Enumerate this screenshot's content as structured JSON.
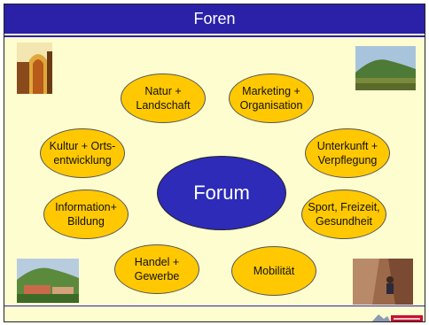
{
  "title": "Foren",
  "center": "Forum",
  "forums": [
    {
      "id": "natur",
      "label": "Natur +\nLandschaft"
    },
    {
      "id": "marketing",
      "label": "Marketing +\nOrganisation"
    },
    {
      "id": "kultur",
      "label": "Kultur + Orts-\nentwicklung"
    },
    {
      "id": "unterkunft",
      "label": "Unterkunft +\nVerpflegung"
    },
    {
      "id": "information",
      "label": "Information+\nBildung"
    },
    {
      "id": "sport",
      "label": "Sport, Freizeit,\nGesundheit"
    },
    {
      "id": "handel",
      "label": "Handel +\nGewerbe"
    },
    {
      "id": "mobilitaet",
      "label": "Mobilität"
    }
  ],
  "colors": {
    "title_bar": "#2a21a8",
    "background": "#fdfdd0",
    "forum_fill": "#ffc800",
    "center_fill": "#2d2bb8"
  },
  "images": [
    "church-window-photo",
    "hill-landscape-photo",
    "village-hill-photo",
    "rock-climber-photo"
  ],
  "logo": "company-logo"
}
